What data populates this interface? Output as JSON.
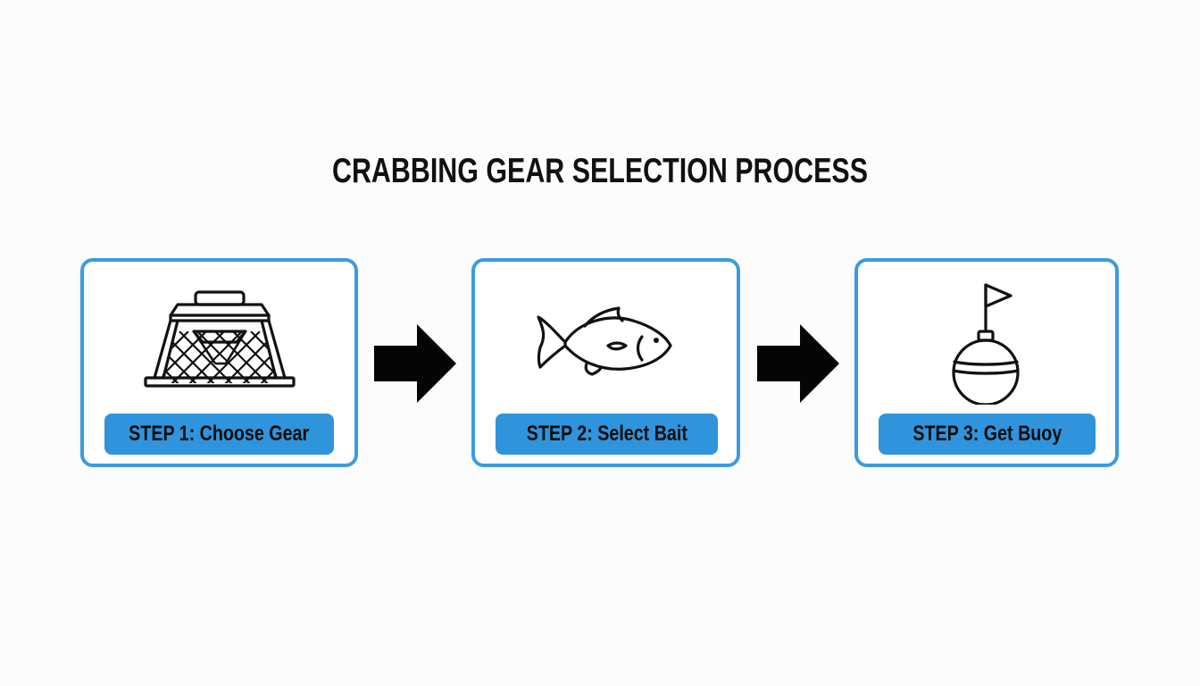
{
  "title": "CRABBING GEAR SELECTION PROCESS",
  "steps": [
    {
      "label": "STEP 1: Choose Gear",
      "icon": "crab-trap-icon"
    },
    {
      "label": "STEP 2: Select Bait",
      "icon": "fish-icon"
    },
    {
      "label": "STEP 3: Get Buoy",
      "icon": "buoy-flag-icon"
    }
  ],
  "connectors": [
    "arrow-right-icon",
    "arrow-right-icon"
  ],
  "colors": {
    "accent": "#3b9be0",
    "pill": "#2f94dc",
    "text": "#111111",
    "background": "#fcfcfc"
  }
}
